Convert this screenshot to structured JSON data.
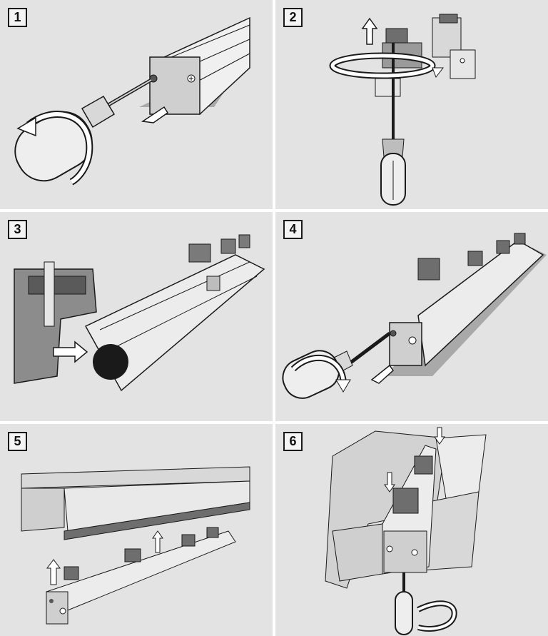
{
  "steps": [
    {
      "number": "1"
    },
    {
      "number": "2"
    },
    {
      "number": "3"
    },
    {
      "number": "4"
    },
    {
      "number": "5"
    },
    {
      "number": "6"
    }
  ],
  "colors": {
    "panel_bg": "#e3e3e3",
    "outline": "#1a1a1a",
    "metal_light": "#f2f2f2",
    "metal_mid": "#bdbdbd",
    "metal_dark": "#6e6e6e",
    "shadow": "#9a9a9a"
  },
  "icons": [
    "screwdriver-icon",
    "rotate-arrow-icon",
    "up-arrow-icon",
    "down-arrow-icon",
    "push-arrow-icon"
  ]
}
